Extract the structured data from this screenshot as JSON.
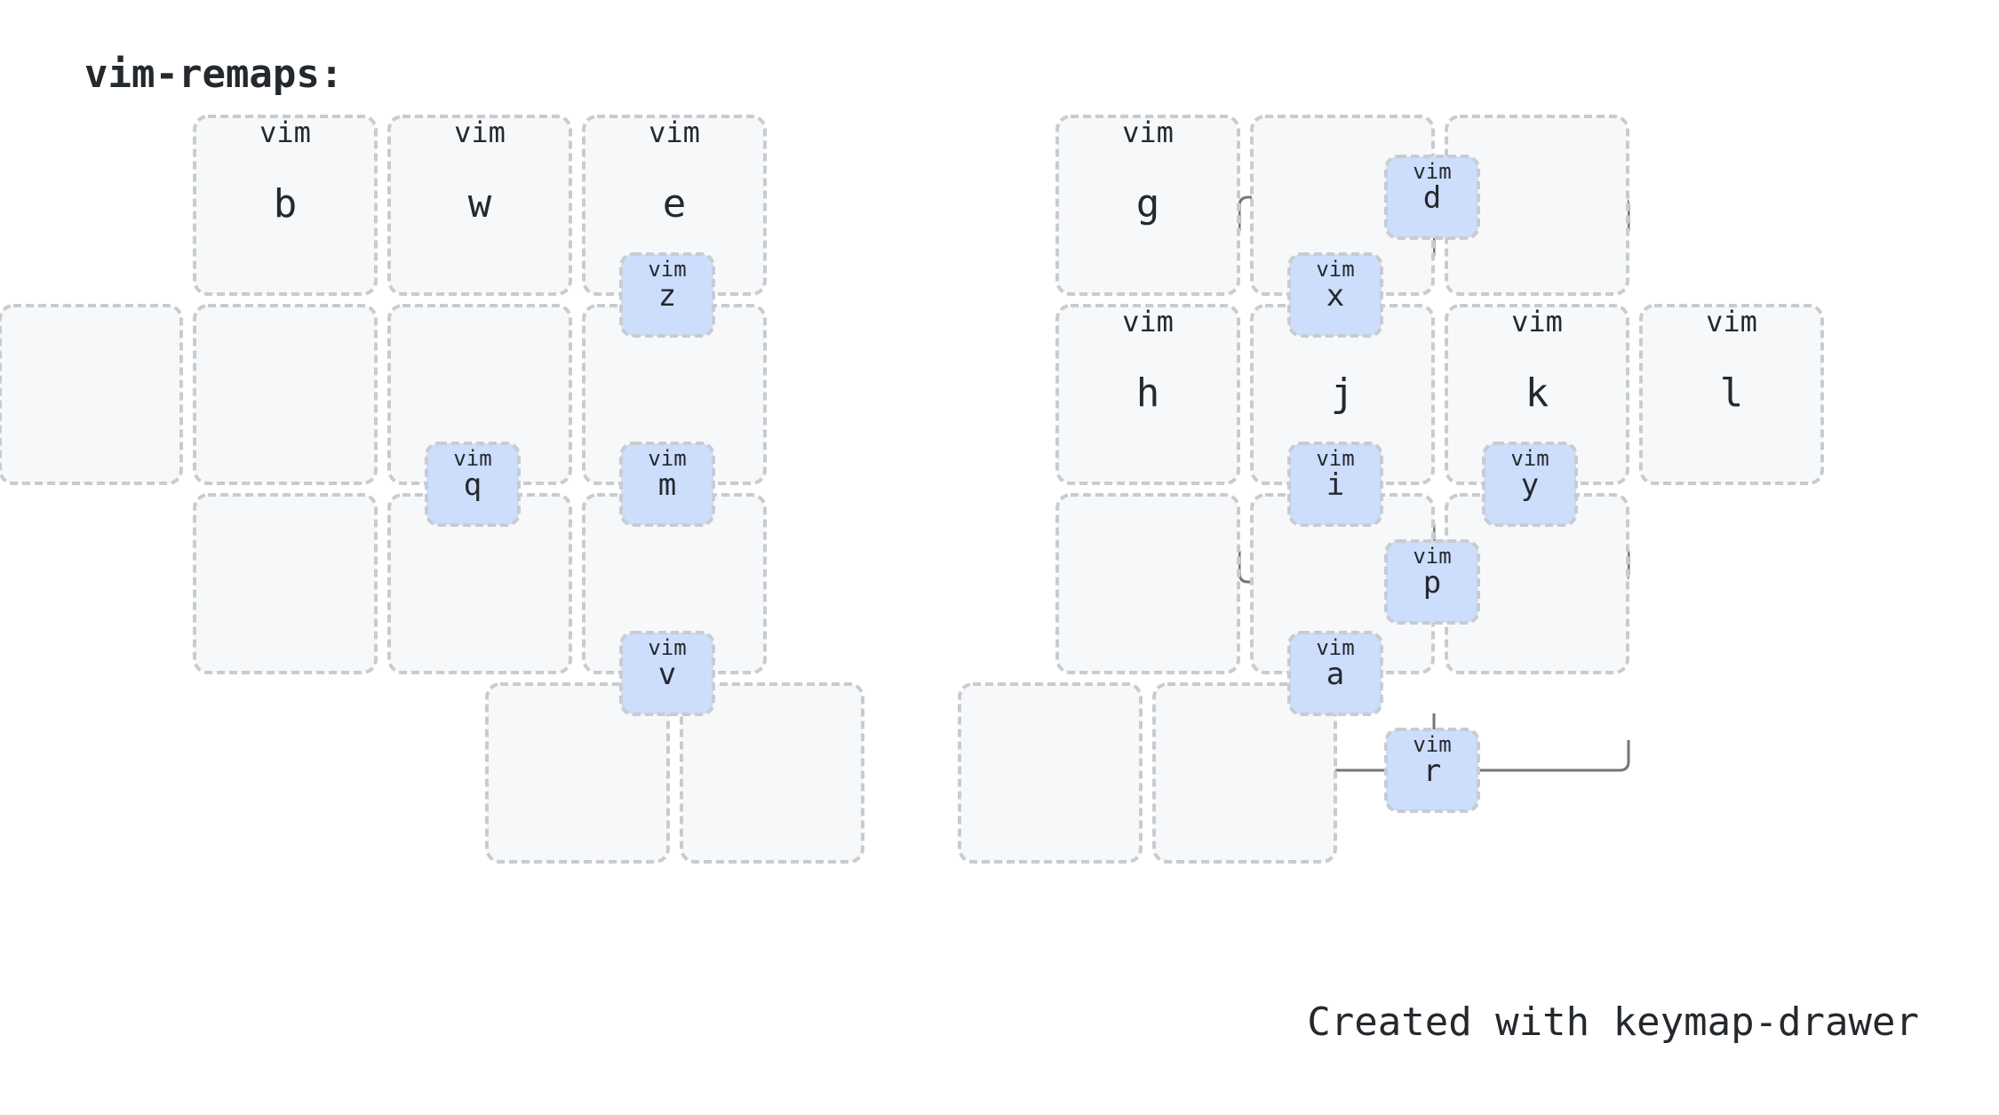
{
  "title": "vim-remaps:",
  "footer": "Created with keymap-drawer",
  "colors": {
    "key_fill": "#f6f8fa",
    "key_border": "#c9cccf",
    "combo_fill": "#cdddfc",
    "text": "#24292e",
    "leader_line": "#767676"
  },
  "keys": [
    {
      "name": "left-r1-c2",
      "tap": "b",
      "hold": "vim"
    },
    {
      "name": "left-r1-c3",
      "tap": "w",
      "hold": "vim"
    },
    {
      "name": "left-r1-c4",
      "tap": "e",
      "hold": "vim"
    },
    {
      "name": "left-r2-c1",
      "tap": "",
      "hold": ""
    },
    {
      "name": "left-r2-c2",
      "tap": "",
      "hold": ""
    },
    {
      "name": "left-r2-c3",
      "tap": "",
      "hold": ""
    },
    {
      "name": "left-r2-c4",
      "tap": "",
      "hold": ""
    },
    {
      "name": "left-r3-c2",
      "tap": "",
      "hold": ""
    },
    {
      "name": "left-r3-c3",
      "tap": "",
      "hold": ""
    },
    {
      "name": "left-r3-c4",
      "tap": "",
      "hold": ""
    },
    {
      "name": "left-thumb-1",
      "tap": "",
      "hold": ""
    },
    {
      "name": "left-thumb-2",
      "tap": "",
      "hold": ""
    },
    {
      "name": "right-r1-c1",
      "tap": "g",
      "hold": "vim"
    },
    {
      "name": "right-r1-c2",
      "tap": "",
      "hold": ""
    },
    {
      "name": "right-r1-c3",
      "tap": "",
      "hold": ""
    },
    {
      "name": "right-r2-c1",
      "tap": "h",
      "hold": "vim"
    },
    {
      "name": "right-r2-c2",
      "tap": "j",
      "hold": "vim"
    },
    {
      "name": "right-r2-c3",
      "tap": "k",
      "hold": "vim"
    },
    {
      "name": "right-r2-c4",
      "tap": "l",
      "hold": "vim"
    },
    {
      "name": "right-r3-c1",
      "tap": "",
      "hold": ""
    },
    {
      "name": "right-r3-c2",
      "tap": "",
      "hold": ""
    },
    {
      "name": "right-r3-c3",
      "tap": "",
      "hold": ""
    },
    {
      "name": "right-thumb-1",
      "tap": "",
      "hold": ""
    },
    {
      "name": "right-thumb-2",
      "tap": "",
      "hold": ""
    }
  ],
  "combos": [
    {
      "name": "combo-z",
      "tap": "z",
      "hold": "vim"
    },
    {
      "name": "combo-q",
      "tap": "q",
      "hold": "vim"
    },
    {
      "name": "combo-m",
      "tap": "m",
      "hold": "vim"
    },
    {
      "name": "combo-v",
      "tap": "v",
      "hold": "vim"
    },
    {
      "name": "combo-d",
      "tap": "d",
      "hold": "vim"
    },
    {
      "name": "combo-x",
      "tap": "x",
      "hold": "vim"
    },
    {
      "name": "combo-i",
      "tap": "i",
      "hold": "vim"
    },
    {
      "name": "combo-y",
      "tap": "y",
      "hold": "vim"
    },
    {
      "name": "combo-p",
      "tap": "p",
      "hold": "vim"
    },
    {
      "name": "combo-a",
      "tap": "a",
      "hold": "vim"
    },
    {
      "name": "combo-r",
      "tap": "r",
      "hold": "vim"
    }
  ]
}
